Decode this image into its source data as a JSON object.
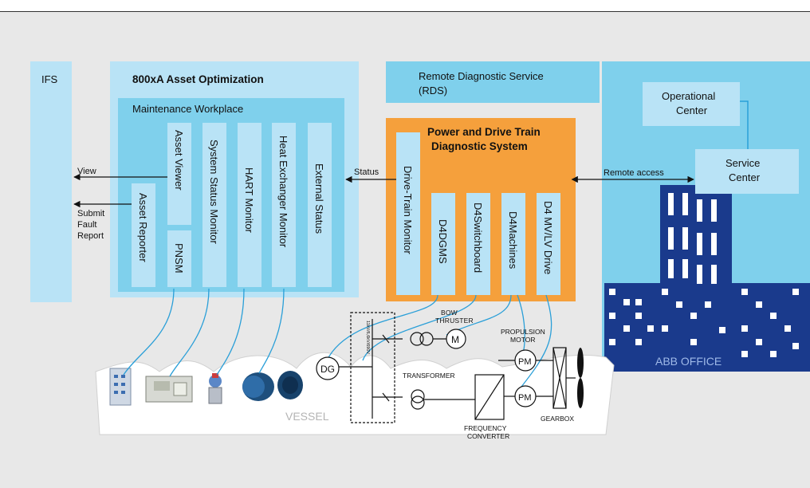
{
  "ifs": {
    "label": "IFS"
  },
  "asset_opt": {
    "title": "800xA Asset Optimization",
    "workplace_title": "Maintenance Workplace",
    "modules": {
      "asset_viewer": "Asset Viewer",
      "asset_reporter": "Asset Reporter",
      "pnsm": "PNSM",
      "system_status_monitor": "System Status Monitor",
      "hart_monitor": "HART Monitor",
      "heat_exchanger_monitor": "Heat Exchanger Monitor",
      "external_status": "External Status"
    }
  },
  "arrows": {
    "view": "View",
    "submit_lines": [
      "Submit",
      "Fault",
      "Report"
    ],
    "status": "Status",
    "remote_access": "Remote access"
  },
  "rds": {
    "line1": "Remote Diagnostic Service",
    "line2": "(RDS)"
  },
  "pdtds": {
    "title_line1": "Power and Drive Train",
    "title_line2": "Diagnostic System",
    "modules": {
      "drive_train_monitor": "Drive-Train Monitor",
      "d4dgms": "D4DGMS",
      "d4switchboard": "D4Switchboard",
      "d4machines": "D4Machines",
      "d4_mv_lv_drive": "D4 MV/LV Drive"
    }
  },
  "abb": {
    "operational_center_line1": "Operational",
    "operational_center_line2": "Center",
    "service_center_line1": "Service",
    "service_center_line2": "Center",
    "office_label": "ABB OFFICE"
  },
  "vessel": {
    "label": "VESSEL",
    "dg": "DG",
    "m": "M",
    "pm_top": "PM",
    "pm_bottom": "PM",
    "bow_thruster_line1": "BOW",
    "bow_thruster_line2": "THRUSTER",
    "propulsion_line1": "PROPULSION",
    "propulsion_line2": "MOTOR",
    "transformer": "TRANSFORMER",
    "frequency_line1": "FREQUENCY",
    "frequency_line2": "CONVERTER",
    "gearbox": "GEARBOX",
    "switchboard_voltage": "11kV/6,6kV/690V"
  },
  "colors": {
    "light_blue": "#b9e3f6",
    "mid_blue": "#7fd0ec",
    "strong_blue": "#5ec3e8",
    "orange": "#f5a03c",
    "navy": "#1a3a8c",
    "panel_gray": "#e8e8e8",
    "connector_blue": "#2a9fd8"
  }
}
